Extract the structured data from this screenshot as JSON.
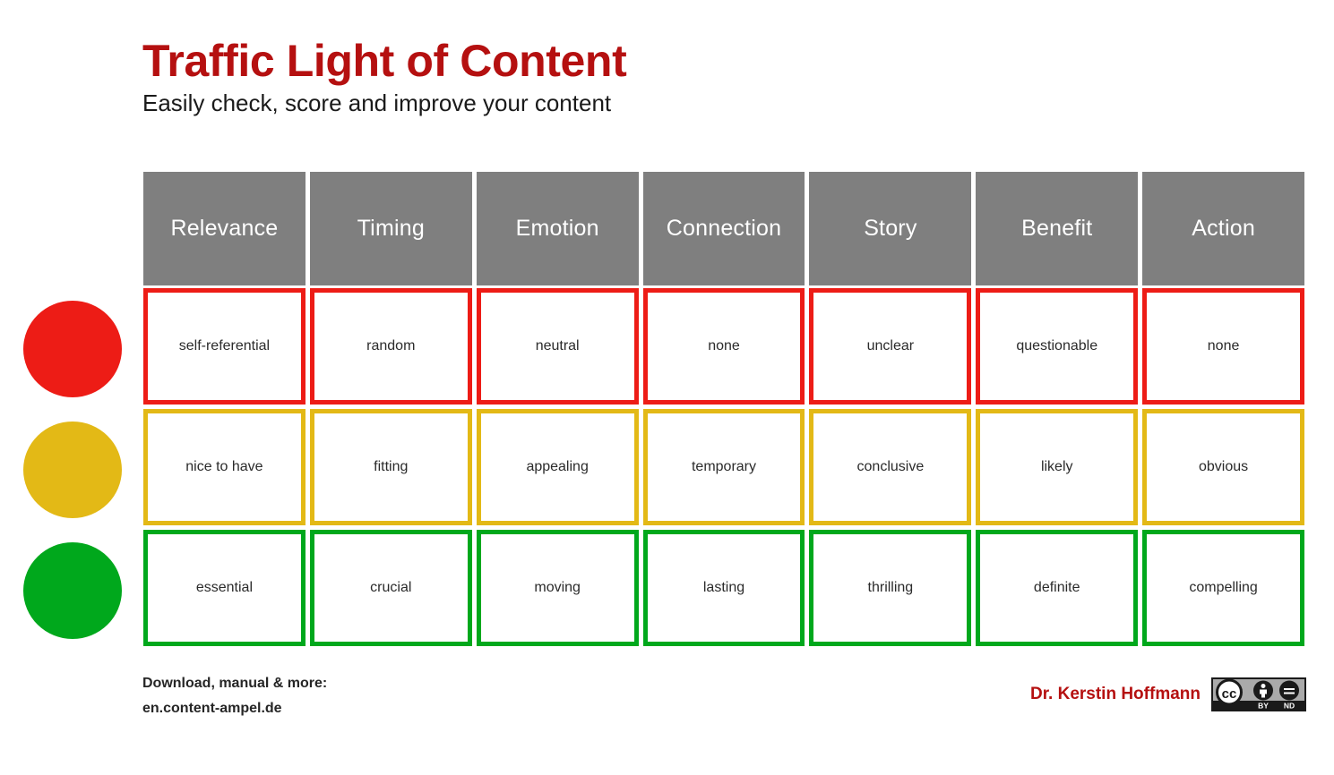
{
  "header": {
    "title": "Traffic Light of Content",
    "subtitle": "Easily check, score and improve your content"
  },
  "colors": {
    "title_red": "#B51010",
    "header_gray": "#7F7F7F",
    "red": "#ED1C16",
    "yellow": "#E3B916",
    "green": "#00A81C",
    "text": "#2b2b2b"
  },
  "lights": [
    {
      "name": "red-light",
      "color": "#ED1C16"
    },
    {
      "name": "yellow-light",
      "color": "#E3B916"
    },
    {
      "name": "green-light",
      "color": "#00A81C"
    }
  ],
  "table": {
    "columns": [
      "Relevance",
      "Timing",
      "Emotion",
      "Connection",
      "Story",
      "Benefit",
      "Action"
    ],
    "rows": [
      {
        "level": "red",
        "color": "#ED1C16",
        "cells": [
          "self-referential",
          "random",
          "neutral",
          "none",
          "unclear",
          "questionable",
          "none"
        ]
      },
      {
        "level": "yellow",
        "color": "#E3B916",
        "cells": [
          "nice to have",
          "fitting",
          "appealing",
          "temporary",
          "conclusive",
          "likely",
          "obvious"
        ]
      },
      {
        "level": "green",
        "color": "#00A81C",
        "cells": [
          "essential",
          "crucial",
          "moving",
          "lasting",
          "thrilling",
          "definite",
          "compelling"
        ]
      }
    ]
  },
  "footer": {
    "download_label": "Download, manual & more:",
    "download_url_text": "en.content-ampel.de",
    "author": "Dr. Kerstin Hoffmann",
    "license": {
      "icon": "creative-commons-by-nd-badge",
      "cc": "cc",
      "by": "BY",
      "nd": "ND"
    }
  }
}
